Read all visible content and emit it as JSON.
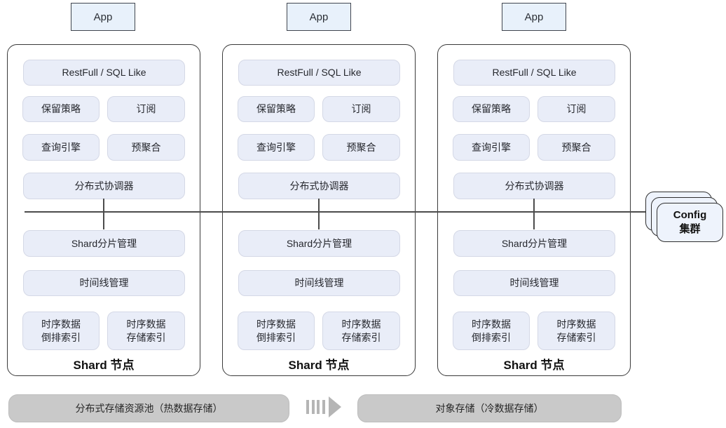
{
  "apps": [
    {
      "label": "App"
    },
    {
      "label": "App"
    },
    {
      "label": "App"
    }
  ],
  "shard_nodes": [
    {
      "title": "Shard 节点",
      "modules": {
        "api": "RestFull / SQL Like",
        "retention": "保留策略",
        "subscription": "订阅",
        "query_engine": "查询引擎",
        "pre_aggregation": "预聚合",
        "coordinator": "分布式协调器",
        "shard_management": "Shard分片管理",
        "timeline_management": "时间线管理",
        "inverted_index_l1": "时序数据",
        "inverted_index_l2": "倒排索引",
        "storage_index_l1": "时序数据",
        "storage_index_l2": "存储索引"
      }
    },
    {
      "title": "Shard 节点",
      "modules": {
        "api": "RestFull / SQL Like",
        "retention": "保留策略",
        "subscription": "订阅",
        "query_engine": "查询引擎",
        "pre_aggregation": "预聚合",
        "coordinator": "分布式协调器",
        "shard_management": "Shard分片管理",
        "timeline_management": "时间线管理",
        "inverted_index_l1": "时序数据",
        "inverted_index_l2": "倒排索引",
        "storage_index_l1": "时序数据",
        "storage_index_l2": "存储索引"
      }
    },
    {
      "title": "Shard 节点",
      "modules": {
        "api": "RestFull / SQL Like",
        "retention": "保留策略",
        "subscription": "订阅",
        "query_engine": "查询引擎",
        "pre_aggregation": "预聚合",
        "coordinator": "分布式协调器",
        "shard_management": "Shard分片管理",
        "timeline_management": "时间线管理",
        "inverted_index_l1": "时序数据",
        "inverted_index_l2": "倒排索引",
        "storage_index_l1": "时序数据",
        "storage_index_l2": "存储索引"
      }
    }
  ],
  "config_cluster": {
    "line1": "Config",
    "line2": "集群"
  },
  "storage": {
    "hot": "分布式存储资源池（热数据存储）",
    "cold": "对象存储（冷数据存储）"
  },
  "colors": {
    "app_fill": "#e8f1fb",
    "module_fill": "#e9edf8",
    "config_fill": "#eef3fc",
    "storage_bar_fill": "#c9c9c9",
    "bus_line": "#4c4c4c",
    "arrow_gray": "#b5b5b5"
  }
}
